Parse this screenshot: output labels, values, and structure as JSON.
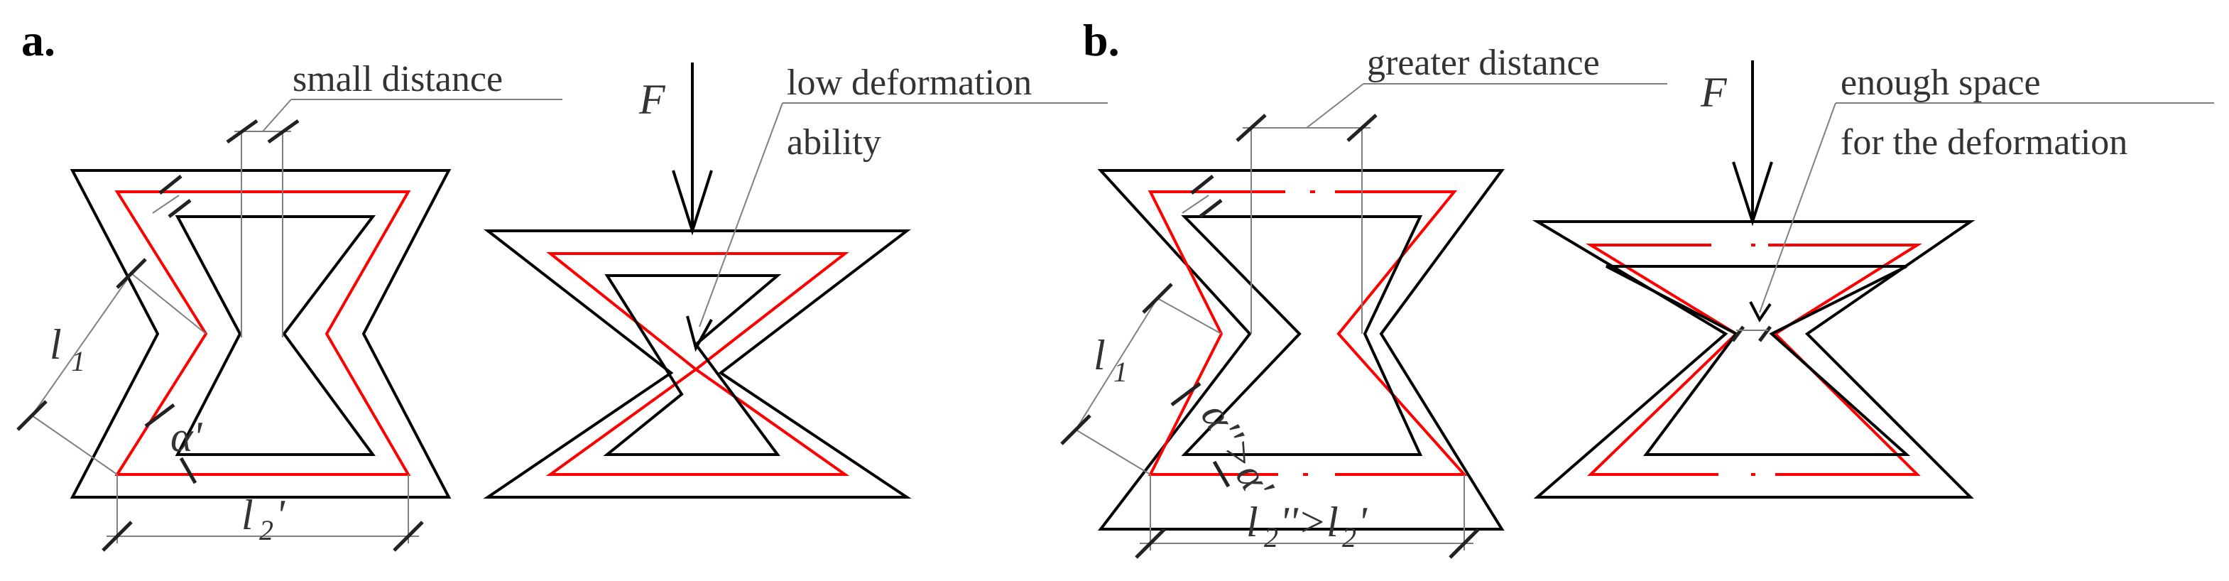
{
  "panels": {
    "a": {
      "label": "a.",
      "callout_distance": "small distance",
      "callout_deformation_line1": "low deformation",
      "callout_deformation_line2": "ability",
      "force": "F",
      "dim_l1": "l",
      "dim_l1_sub": "1",
      "dim_angle": "α'",
      "dim_l2": "l",
      "dim_l2_sub": "2",
      "dim_l2_suffix": "'"
    },
    "b": {
      "label": "b.",
      "callout_distance": "greater distance",
      "callout_space_line1": "enough space",
      "callout_space_line2": "for the deformation",
      "force": "F",
      "dim_l1": "l",
      "dim_l1_sub": "1",
      "dim_angle": "α''>α'",
      "dim_l2": "l",
      "dim_l2_sub": "2",
      "dim_l2_mid": "''>l",
      "dim_l2_sub2": "2",
      "dim_l2_suffix": "'"
    }
  },
  "colors": {
    "outline": "#000000",
    "reinforcement": "#ff0000",
    "dimension": "#808080"
  }
}
